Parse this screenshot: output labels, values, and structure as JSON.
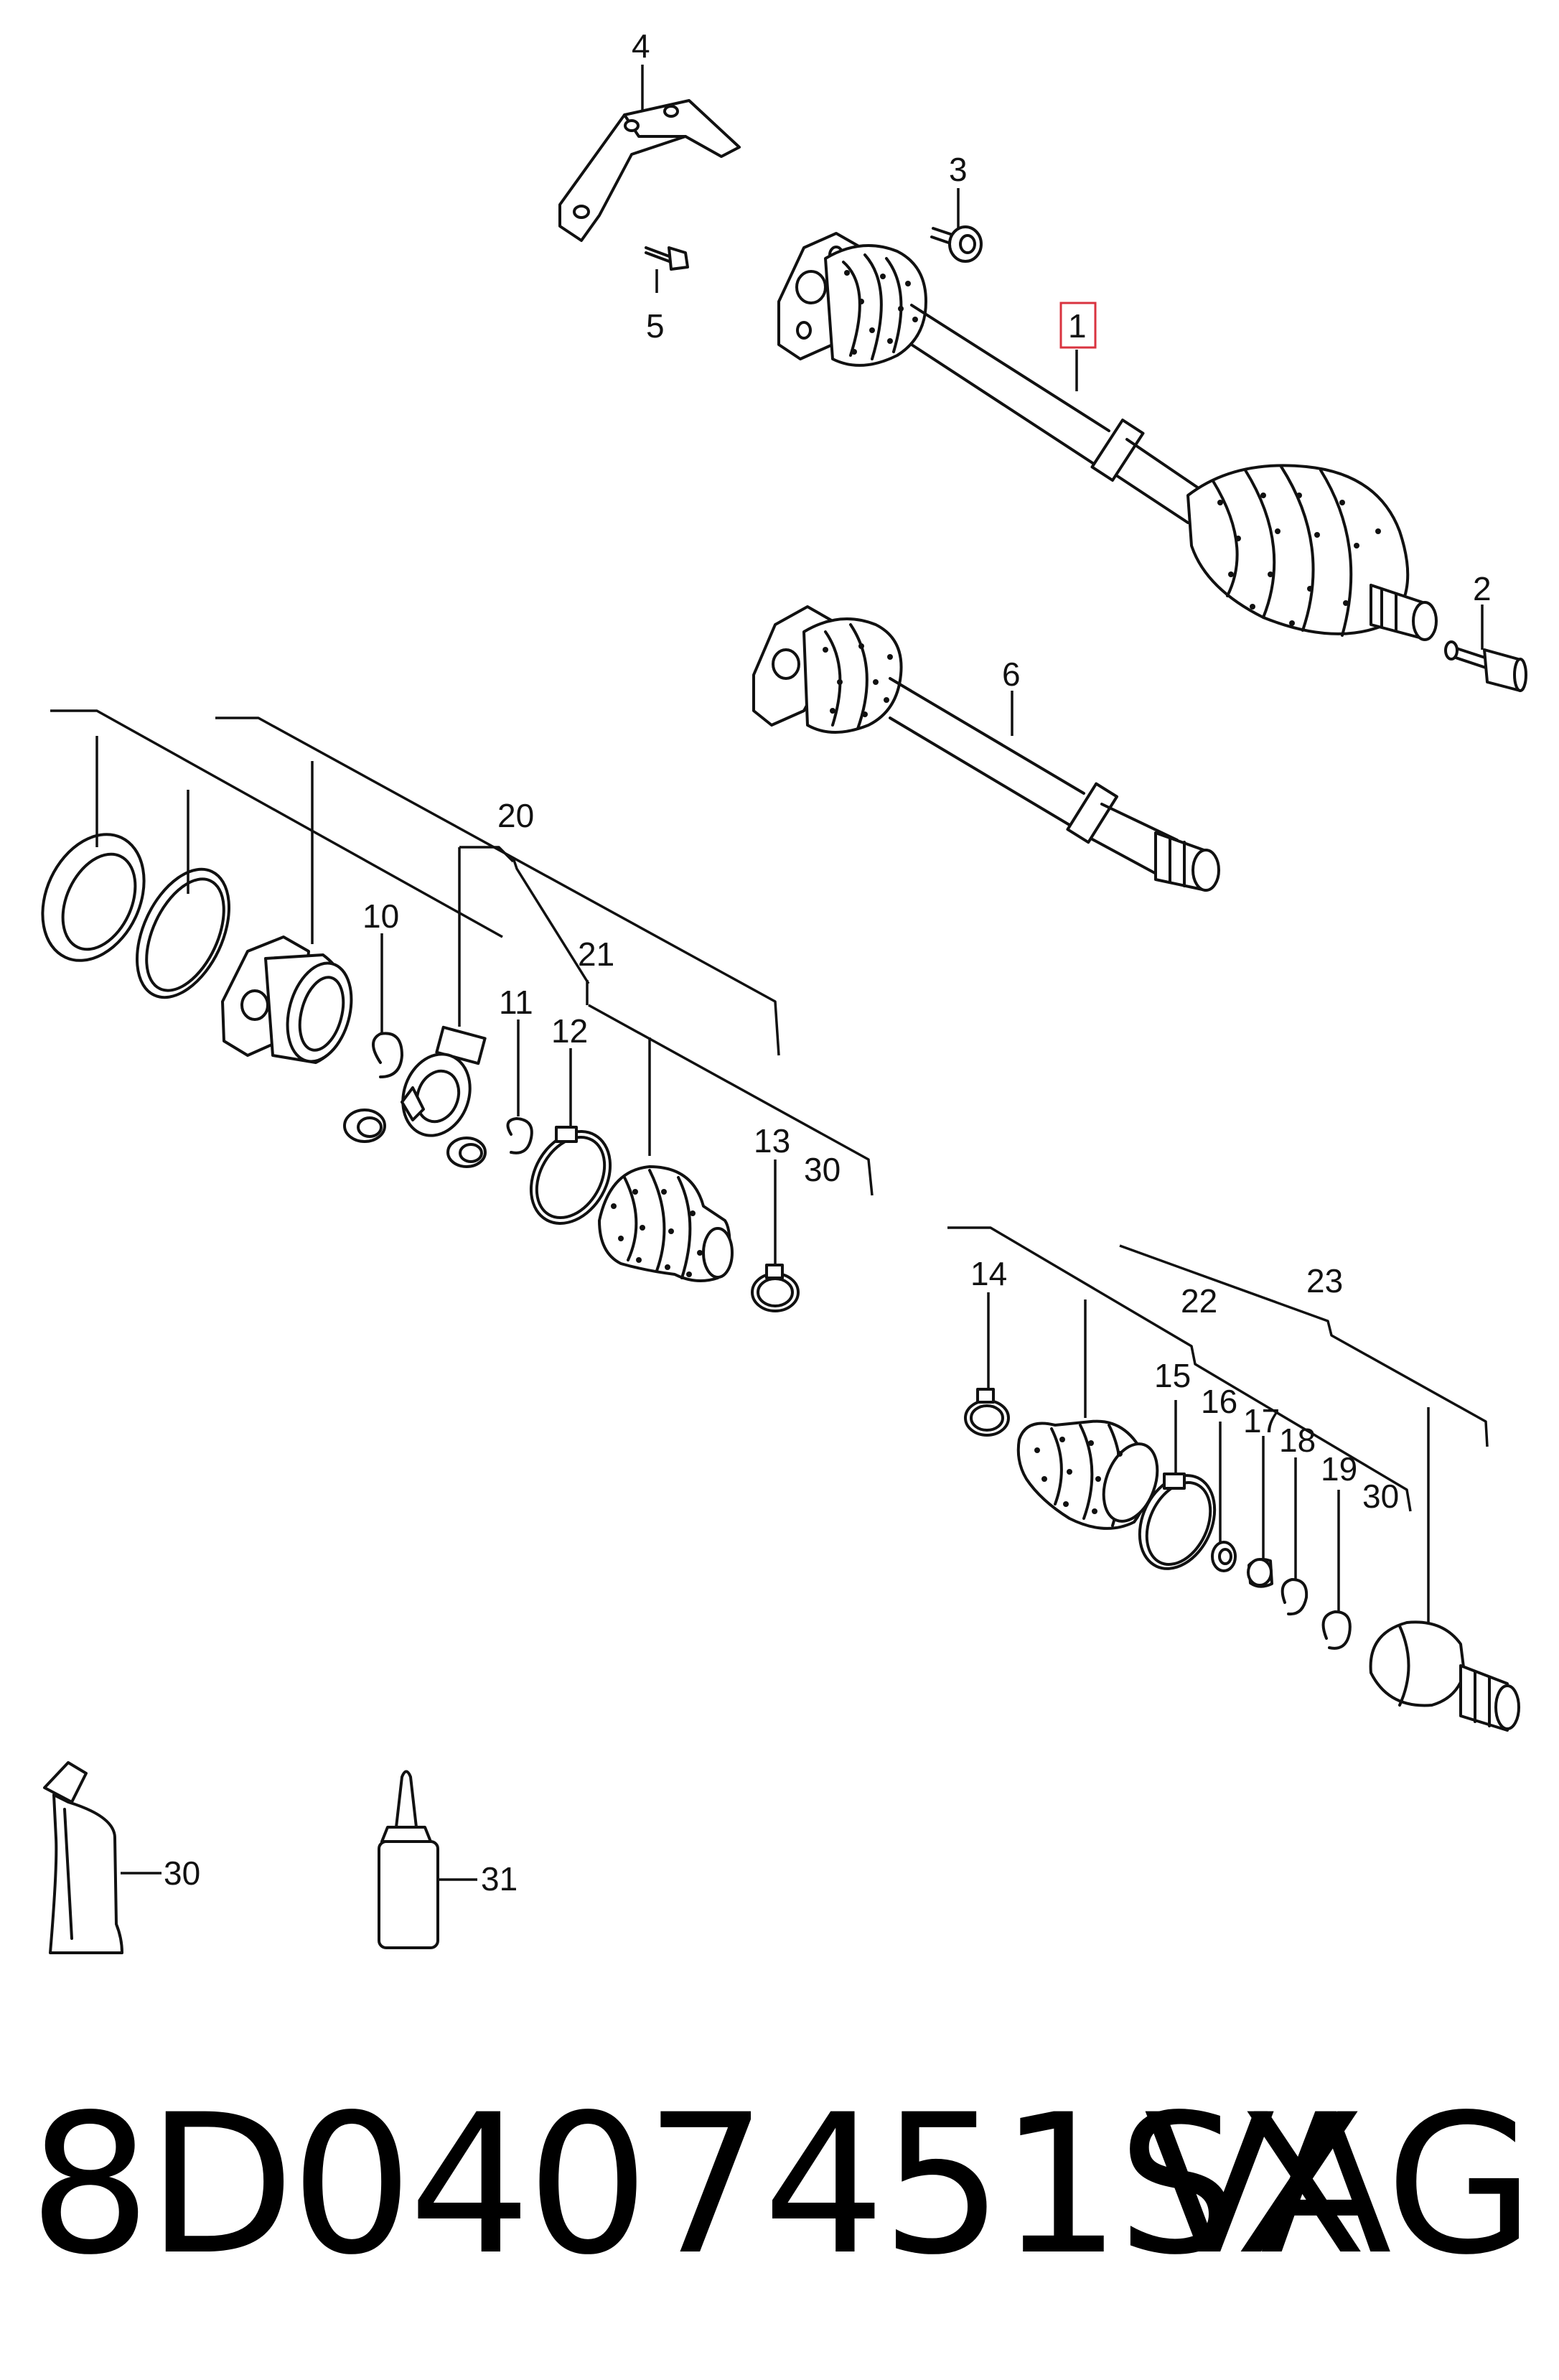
{
  "callouts": {
    "c1": "1",
    "c2": "2",
    "c3": "3",
    "c4": "4",
    "c5": "5",
    "c6": "6",
    "c10": "10",
    "c11": "11",
    "c12": "12",
    "c13": "13",
    "c14": "14",
    "c15": "15",
    "c16": "16",
    "c17": "17",
    "c18": "18",
    "c19": "19",
    "c20": "20",
    "c21": "21",
    "c22": "22",
    "c23": "23",
    "c30a": "30",
    "c30b": "30",
    "c30c": "30",
    "c31": "31"
  },
  "highlight_callout": "1",
  "highlight_color": "#d9333f",
  "caption": {
    "part_number": "8D0407451SX",
    "brand": "VAG"
  }
}
